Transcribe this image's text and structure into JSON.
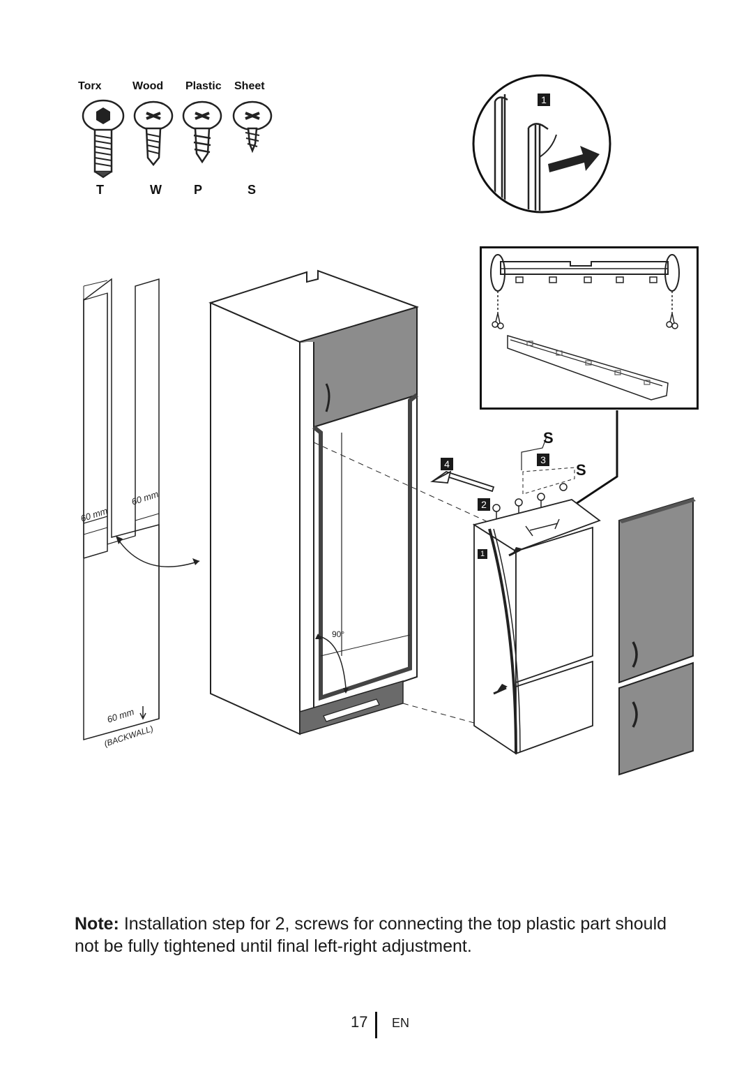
{
  "screws": {
    "labels": [
      "Torx",
      "Wood",
      "Plastic",
      "Sheet"
    ],
    "letters": [
      "T",
      "W",
      "P",
      "S"
    ]
  },
  "steps": {
    "detail_1": "1",
    "s1": "1",
    "s2": "2",
    "s3": "3",
    "s4": "4",
    "s_top": "S",
    "s_right": "S"
  },
  "dimensions": {
    "left": "60 mm",
    "right": "60 mm",
    "bottom": "60 mm",
    "backwall": "(BACKWALL)",
    "angle": "90°"
  },
  "note": {
    "label": "Note:",
    "text": " Installation step for 2, screws for connecting the top plastic part should not be fully tightened until final left-right adjustment."
  },
  "footer": {
    "page": "17",
    "lang": "EN"
  },
  "colors": {
    "panel_gray": "#8c8c8c",
    "dark": "#1a1a1a"
  }
}
